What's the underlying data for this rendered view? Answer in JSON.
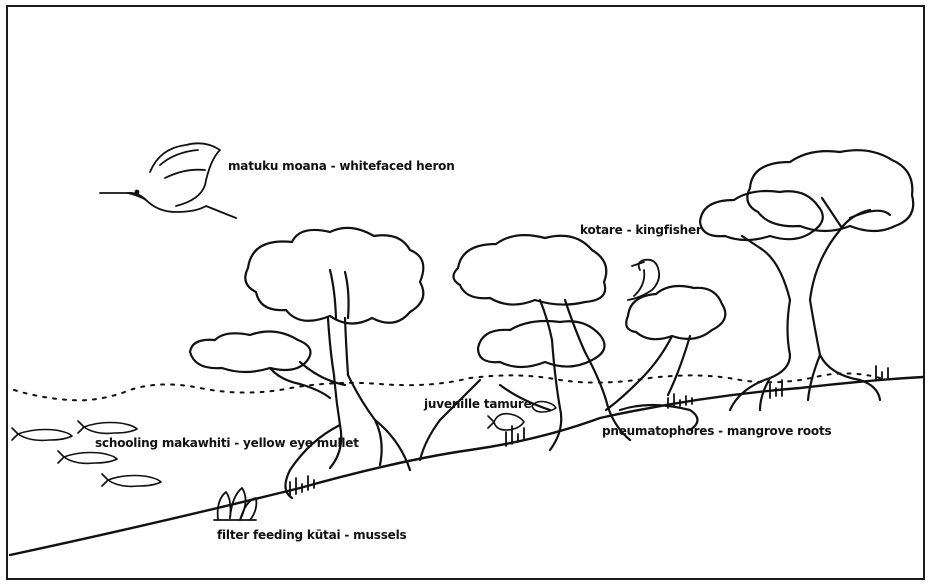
{
  "colors": {
    "ink": "#111111",
    "background": "#ffffff"
  },
  "labels": {
    "heron": "matuku moana - whitefaced heron",
    "kingfisher": "kotare - kingfisher",
    "tamure": "juvenille tamure",
    "pneumatophores": "pneumatophores - mangrove roots",
    "mullet": "schooling makawhiti - yellow eye mullet",
    "mussels": "filter feeding kūtai - mussels"
  },
  "icons": [
    "heron-icon",
    "kingfisher-icon",
    "mullet-fish-icon",
    "tamure-fish-icon",
    "mussel-icon",
    "mangrove-tree-icon"
  ]
}
